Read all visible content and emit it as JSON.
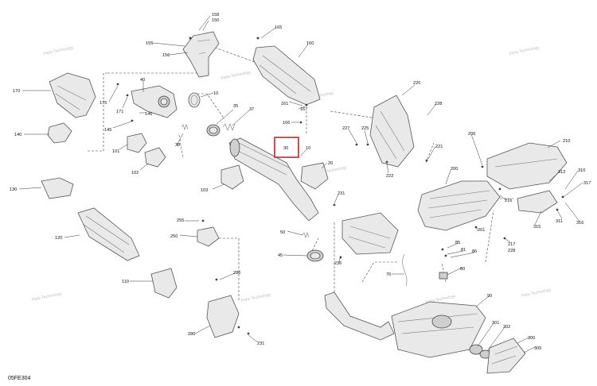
{
  "diagram_code": "05FE304",
  "watermark": "Parts Technology",
  "highlight_color": "#d0202a",
  "callouts": [
    {
      "id": "p158",
      "label": "158"
    },
    {
      "id": "p150",
      "label": "150"
    },
    {
      "id": "p155",
      "label": "155"
    },
    {
      "id": "p156",
      "label": "156"
    },
    {
      "id": "p165",
      "label": "165"
    },
    {
      "id": "p160",
      "label": "160"
    },
    {
      "id": "p170",
      "label": "170"
    },
    {
      "id": "p40",
      "label": "40"
    },
    {
      "id": "p175",
      "label": "175"
    },
    {
      "id": "p171",
      "label": "171"
    },
    {
      "id": "p146",
      "label": "146"
    },
    {
      "id": "p145",
      "label": "145"
    },
    {
      "id": "p10a",
      "label": "10"
    },
    {
      "id": "p35",
      "label": "35"
    },
    {
      "id": "p37",
      "label": "37"
    },
    {
      "id": "p161",
      "label": "161"
    },
    {
      "id": "p167",
      "label": "167"
    },
    {
      "id": "p166",
      "label": "166"
    },
    {
      "id": "p220",
      "label": "220"
    },
    {
      "id": "p228a",
      "label": "228"
    },
    {
      "id": "p140",
      "label": "140"
    },
    {
      "id": "p101",
      "label": "101"
    },
    {
      "id": "p38",
      "label": "38"
    },
    {
      "id": "p30",
      "label": "30"
    },
    {
      "id": "p10b",
      "label": "10"
    },
    {
      "id": "p227",
      "label": "227"
    },
    {
      "id": "p225",
      "label": "225"
    },
    {
      "id": "p206",
      "label": "206"
    },
    {
      "id": "p221",
      "label": "221"
    },
    {
      "id": "p210",
      "label": "210"
    },
    {
      "id": "p102",
      "label": "102"
    },
    {
      "id": "p20",
      "label": "20"
    },
    {
      "id": "p222",
      "label": "222"
    },
    {
      "id": "p200",
      "label": "200"
    },
    {
      "id": "p312",
      "label": "312"
    },
    {
      "id": "p310",
      "label": "310"
    },
    {
      "id": "p130",
      "label": "130"
    },
    {
      "id": "p103",
      "label": "103"
    },
    {
      "id": "p231a",
      "label": "231"
    },
    {
      "id": "p317",
      "label": "317"
    },
    {
      "id": "p216",
      "label": "216"
    },
    {
      "id": "p255",
      "label": "255"
    },
    {
      "id": "p311",
      "label": "311"
    },
    {
      "id": "p316",
      "label": "316"
    },
    {
      "id": "p315",
      "label": "315"
    },
    {
      "id": "p120",
      "label": "120"
    },
    {
      "id": "p250",
      "label": "250"
    },
    {
      "id": "p50",
      "label": "50"
    },
    {
      "id": "p201",
      "label": "201"
    },
    {
      "id": "p217",
      "label": "217"
    },
    {
      "id": "p228b",
      "label": "228"
    },
    {
      "id": "p85",
      "label": "85"
    },
    {
      "id": "p81",
      "label": "81"
    },
    {
      "id": "p86",
      "label": "86"
    },
    {
      "id": "p45",
      "label": "45"
    },
    {
      "id": "p236",
      "label": "236"
    },
    {
      "id": "p80",
      "label": "80"
    },
    {
      "id": "p70",
      "label": "70"
    },
    {
      "id": "p286",
      "label": "286"
    },
    {
      "id": "p110",
      "label": "110"
    },
    {
      "id": "p90",
      "label": "90"
    },
    {
      "id": "p301",
      "label": "301"
    },
    {
      "id": "p302",
      "label": "302"
    },
    {
      "id": "p280",
      "label": "280"
    },
    {
      "id": "p231b",
      "label": "231"
    },
    {
      "id": "p300",
      "label": "300"
    },
    {
      "id": "p305",
      "label": "305"
    }
  ],
  "highlighted_callout": "p30"
}
